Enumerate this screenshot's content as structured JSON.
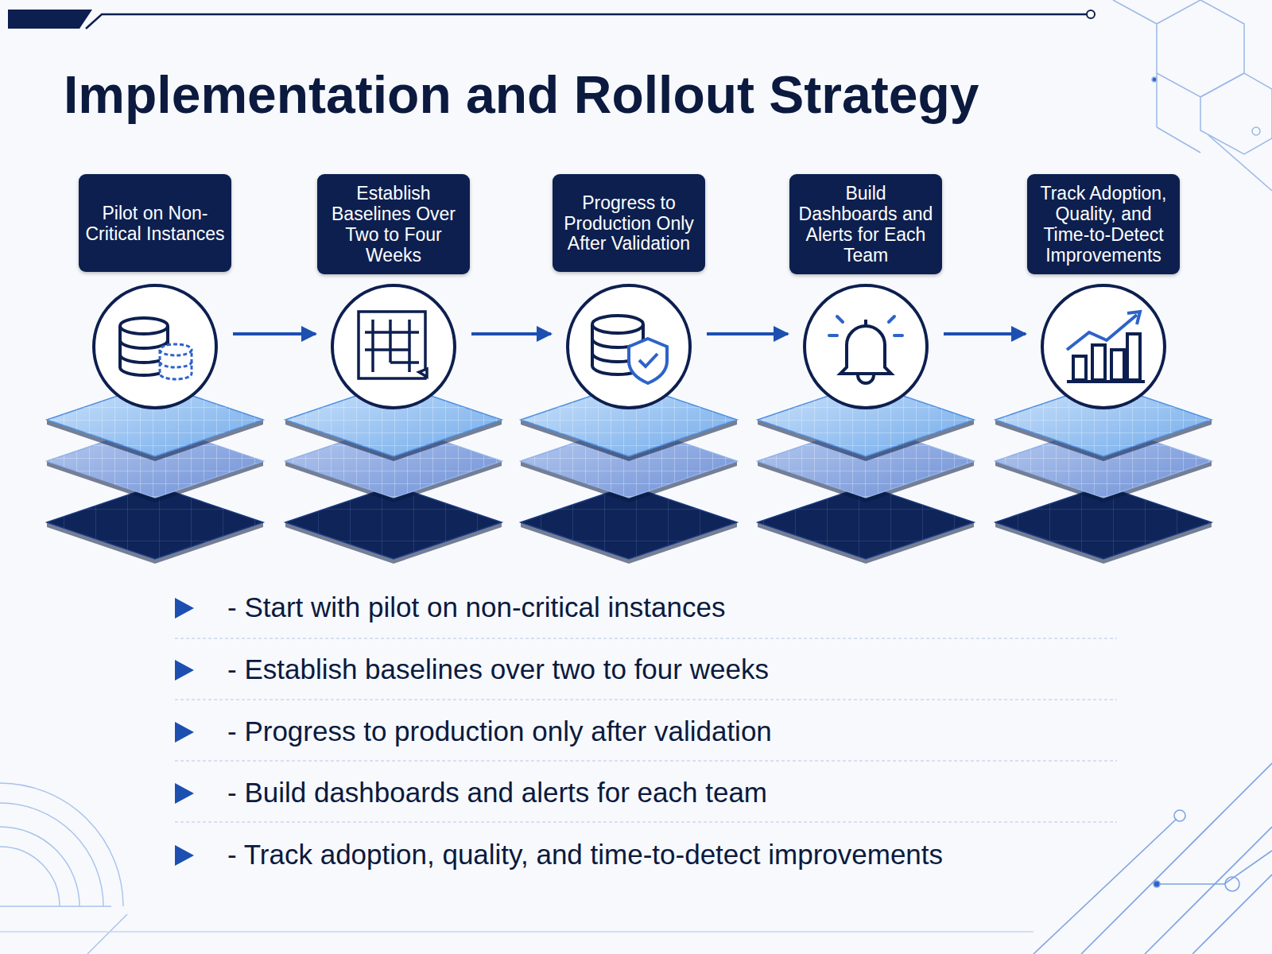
{
  "diagram": {
    "title": "Implementation and Rollout Strategy",
    "nodes": [
      {
        "text": [
          "Pilot on Non-Critical Instances"
        ]
      },
      {
        "text": [
          "Establish Baselines Over Two to Four Weeks"
        ]
      },
      {
        "text": [
          "Progress to Production Only After Validation"
        ]
      },
      {
        "text": [
          "Build Dashboards and Alerts for Each Team"
        ]
      },
      {
        "text": [
          "Track Adoption, Quality, and Time-to-Detect Improvements"
        ]
      }
    ],
    "edges": [
      {
        "from": 0,
        "to": 1,
        "arrow": "to"
      },
      {
        "from": 1,
        "to": 2,
        "arrow": "to"
      },
      {
        "from": 2,
        "to": 3,
        "arrow": "to"
      },
      {
        "from": 3,
        "to": 4,
        "arrow": "to"
      }
    ],
    "labels": [
      "- Start with pilot on non-critical instances",
      "- Establish baselines over two to four weeks",
      "- Progress to production only after validation",
      "- Build dashboards and alerts for each team",
      "- Track adoption, quality, and time-to-detect improvements"
    ]
  }
}
